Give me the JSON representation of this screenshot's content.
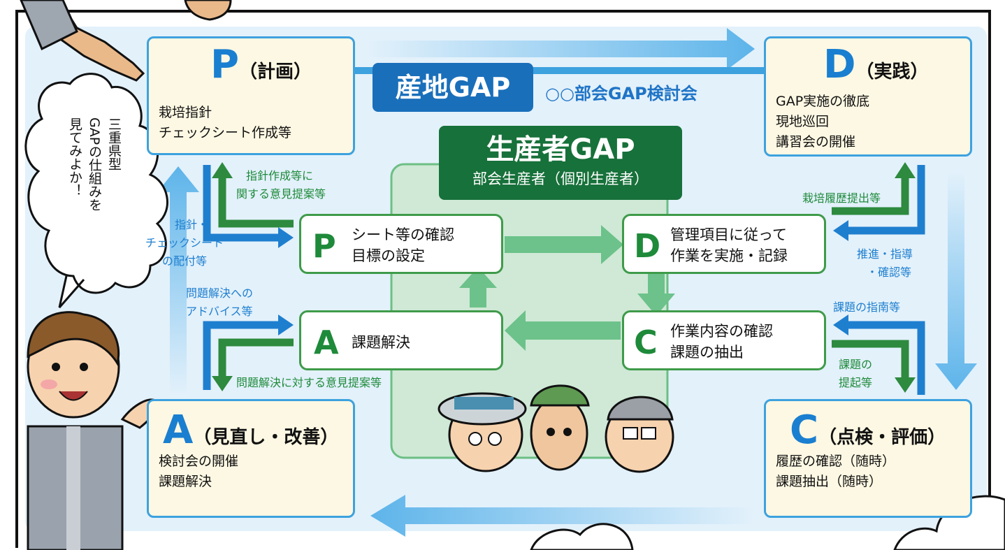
{
  "colors": {
    "blue": "#1e7fcf",
    "light_blue": "#8dcaf0",
    "green": "#1e8a3a",
    "light_green": "#6cc28a",
    "cream": "#fdf8e3"
  },
  "sanchi": {
    "label": "産地GAP",
    "committee": "○○部会GAP検討会"
  },
  "producer": {
    "title": "生産者GAP",
    "subtitle": "部会生産者（個別生産者）"
  },
  "corners": {
    "p": {
      "letter": "P",
      "phase": "（計画）",
      "lines": [
        "栽培指針",
        "チェックシート作成等"
      ]
    },
    "d": {
      "letter": "D",
      "phase": "（実践）",
      "lines": [
        "GAP実施の徹底",
        "現地巡回",
        "講習会の開催"
      ]
    },
    "a": {
      "letter": "A",
      "phase": "（見直し・改善）",
      "lines": [
        "検討会の開催",
        "課題解決"
      ]
    },
    "c": {
      "letter": "C",
      "phase": "（点検・評価）",
      "lines": [
        "履歴の確認（随時）",
        "課題抽出（随時）"
      ]
    }
  },
  "inner": {
    "p": {
      "letter": "P",
      "lines": [
        "シート等の確認",
        "目標の設定"
      ]
    },
    "d": {
      "letter": "D",
      "lines": [
        "管理項目に従って",
        "作業を実施・記録"
      ]
    },
    "a": {
      "letter": "A",
      "lines": [
        "課題解決"
      ]
    },
    "c": {
      "letter": "C",
      "lines": [
        "作業内容の確認",
        "課題の抽出"
      ]
    }
  },
  "labels": {
    "left_green_top": [
      "指針作成等に",
      "関する意見提案等"
    ],
    "left_blue_top": [
      "指針・",
      "チェックシート",
      "の配付等"
    ],
    "left_blue_bottom": [
      "問題解決への",
      "アドバイス等"
    ],
    "left_green_bottom": "問題解決に対する意見提案等",
    "right_green_top": "栽培履歴提出等",
    "right_blue_top": [
      "推進・指導",
      "・確認等"
    ],
    "right_blue_bottom": "課題の指南等",
    "right_green_bottom": [
      "課題の",
      "提起等"
    ]
  },
  "speech": [
    "三重県型",
    "GAPの仕組みを",
    "見てみよか！"
  ],
  "icons": [
    "pointing-hand-icon",
    "farmer-character-icon",
    "producer-faces-icon",
    "cloud-icon"
  ]
}
